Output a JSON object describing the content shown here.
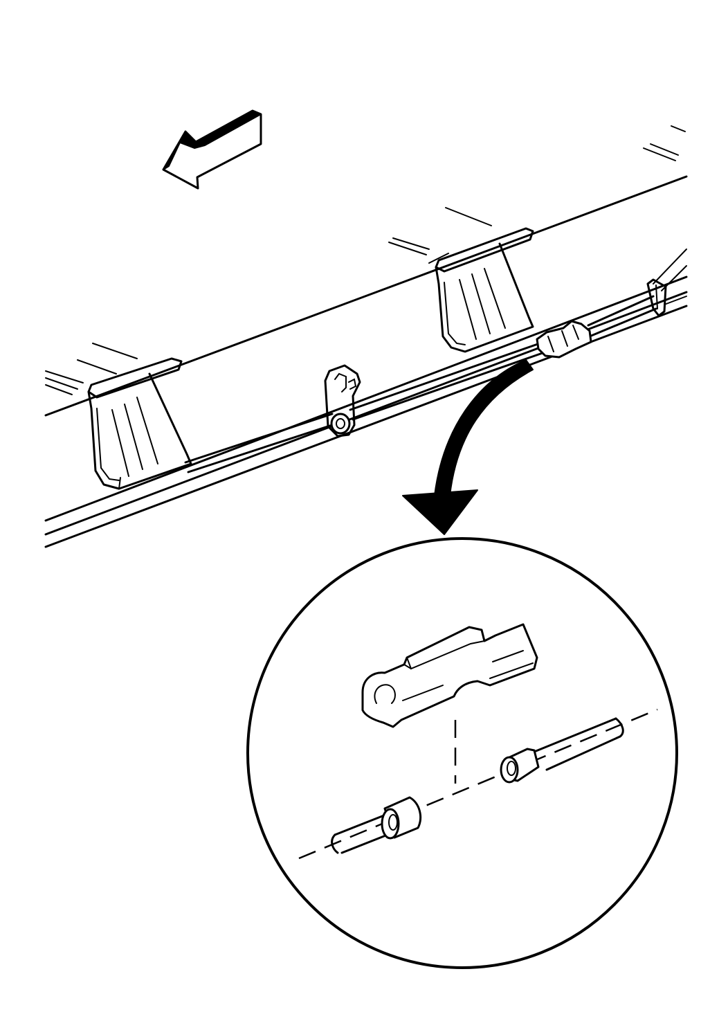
{
  "figure": {
    "background": "#ffffff",
    "line_color": "#000000",
    "parts": [
      "direction-arrow-icon",
      "frame-rail",
      "crossmember-bracket",
      "brake-cable",
      "cable-guide-hook",
      "cable-connector",
      "detail-callout-arrow-icon",
      "detail-magnifier-circle",
      "connector-housing",
      "cable-end-fitting"
    ]
  }
}
